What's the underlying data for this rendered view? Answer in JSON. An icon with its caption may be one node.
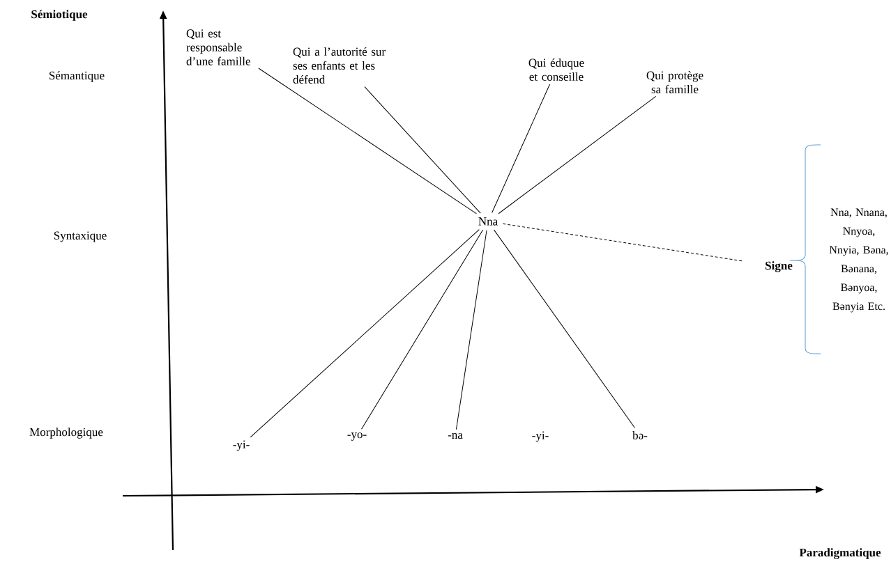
{
  "diagram": {
    "nodes": [
      {
        "text": [
          "Nna"
        ]
      },
      {
        "text": [
          "Qui est responsable d’une famille"
        ]
      },
      {
        "text": [
          "Qui a l’autorité sur ses enfants et les défend"
        ]
      },
      {
        "text": [
          "Qui éduque et conseille"
        ]
      },
      {
        "text": [
          "Qui protège sa famille"
        ]
      },
      {
        "text": [
          "**Signe**"
        ]
      },
      {
        "text": [
          "Nna, Nnana, Nnyoa, Nnyia, Bəna, Bənana, Bənyoa, Bənyia Etc."
        ]
      },
      {
        "text": [
          "-yi-"
        ]
      },
      {
        "text": [
          "-yo-"
        ]
      },
      {
        "text": [
          "-na"
        ]
      },
      {
        "text": [
          "-yi-"
        ]
      },
      {
        "text": [
          "bə-"
        ]
      }
    ],
    "edges": [
      {
        "from": 0,
        "to": 1,
        "arrow": "none"
      },
      {
        "from": 0,
        "to": 2,
        "arrow": "none"
      },
      {
        "from": 0,
        "to": 3,
        "arrow": "none"
      },
      {
        "from": 0,
        "to": 4,
        "arrow": "none"
      },
      {
        "from": 0,
        "to": 5,
        "arrow": "none",
        "style": "dashed"
      },
      {
        "from": 0,
        "to": 7,
        "arrow": "none"
      },
      {
        "from": 0,
        "to": 8,
        "arrow": "none"
      },
      {
        "from": 0,
        "to": 9,
        "arrow": "none"
      },
      {
        "from": 0,
        "to": 11,
        "arrow": "none"
      }
    ],
    "labels": [
      "Sémiotique",
      "Sémantique",
      "Syntaxique",
      "Morphologique",
      "Paradigmatique"
    ]
  }
}
